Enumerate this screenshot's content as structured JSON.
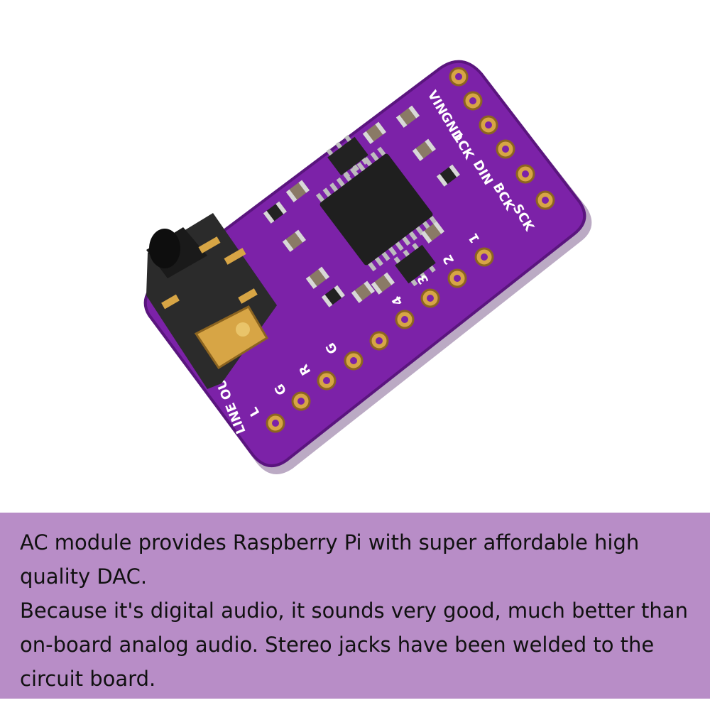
{
  "colors": {
    "caption_band": "#b88dc7",
    "pcb": "#7c22a8",
    "pcb_edge": "#5a157e",
    "gold": "#d7a545",
    "jack": "#2b2b2b"
  },
  "board_labels": {
    "vin": "VIN",
    "gnd": "GND",
    "lck": "LCK",
    "din": "DIN",
    "bck": "BCK",
    "sck": "SCK",
    "p1": "1",
    "p2": "2",
    "p3": "3",
    "p4": "4",
    "g1": "G",
    "r": "R",
    "g2": "G",
    "l": "L",
    "line_out": "LINE OUT"
  },
  "caption": {
    "paragraph1": "AC module provides Raspberry Pi with super affordable high quality DAC.",
    "paragraph2": "Because it's digital audio, it sounds very good, much better than on-board analog audio. Stereo jacks have been welded to the circuit board."
  }
}
